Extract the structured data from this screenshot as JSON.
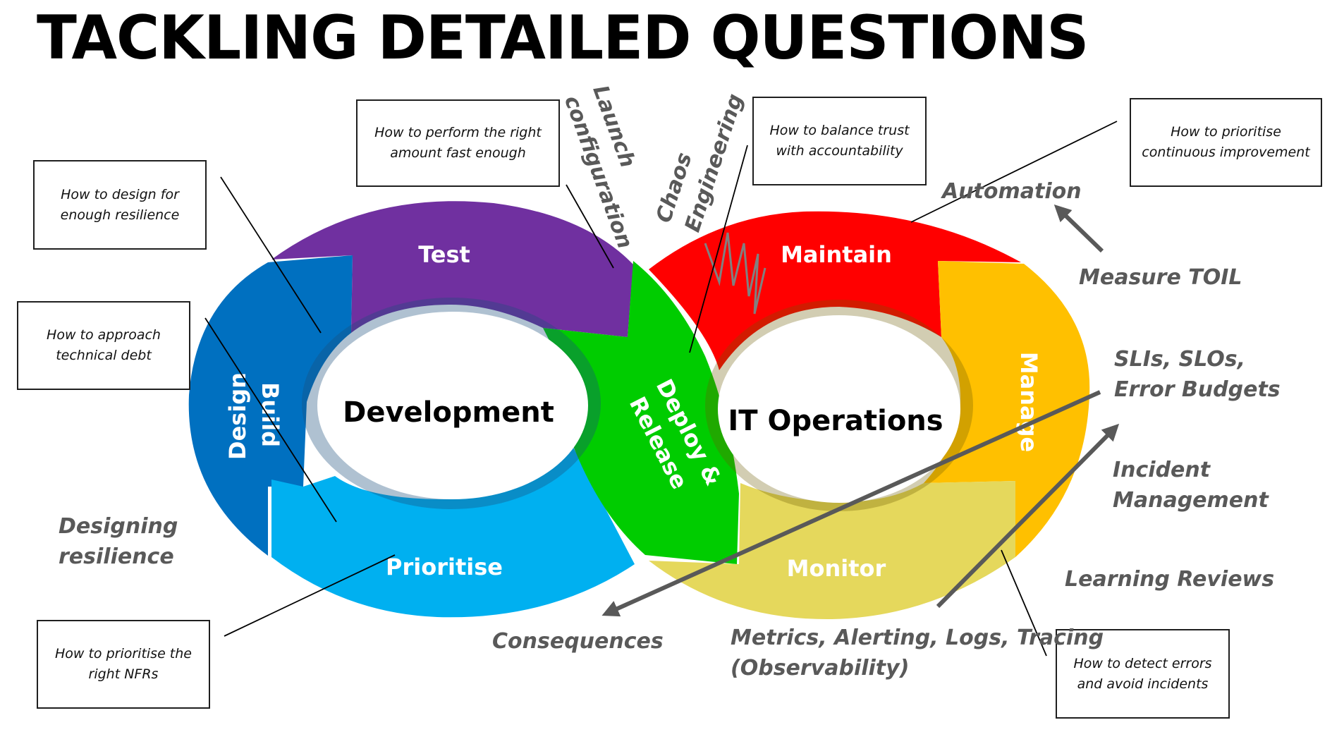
{
  "title": "TACKLING DETAILED QUESTIONS",
  "loop": {
    "development_label": "Development",
    "operations_label": "IT Operations",
    "segments": {
      "design": "Design",
      "build": "Build",
      "test": "Test",
      "deploy_line1": "Deploy &",
      "deploy_line2": "Release",
      "maintain": "Maintain",
      "manage": "Manage",
      "monitor": "Monitor",
      "prioritise": "Prioritise"
    }
  },
  "question_boxes": {
    "resilience": "How to design for enough resilience",
    "tech_debt": "How to approach technical debt",
    "perform": "How to perform the right amount fast enough",
    "trust": "How to balance trust with accountability",
    "continuous": "How to prioritise continuous improvement",
    "nfrs": "How to prioritise the right NFRs",
    "detect": "How to detect errors and avoid incidents"
  },
  "annotations": {
    "launch_line1": "Launch",
    "launch_line2": "configuration",
    "chaos_line1": "Chaos",
    "chaos_line2": "Engineering",
    "automation": "Automation",
    "measure_toil": "Measure TOIL",
    "sli_line1": "SLIs, SLOs,",
    "sli_line2": "Error Budgets",
    "incident_line1": "Incident",
    "incident_line2": "Management",
    "learning": "Learning Reviews",
    "metrics_line1": "Metrics, Alerting, Logs, Tracing",
    "metrics_line2": "(Observability)",
    "consequences": "Consequences",
    "designing_line1": "Designing",
    "designing_line2": "resilience"
  },
  "colors": {
    "design_build": "#0070c0",
    "test": "#7030a0",
    "deploy": "#00cc00",
    "maintain": "#ff0000",
    "manage": "#ffc000",
    "monitor": "#e5d85c",
    "prioritise": "#00b0f0",
    "annotation_text": "#595959"
  }
}
